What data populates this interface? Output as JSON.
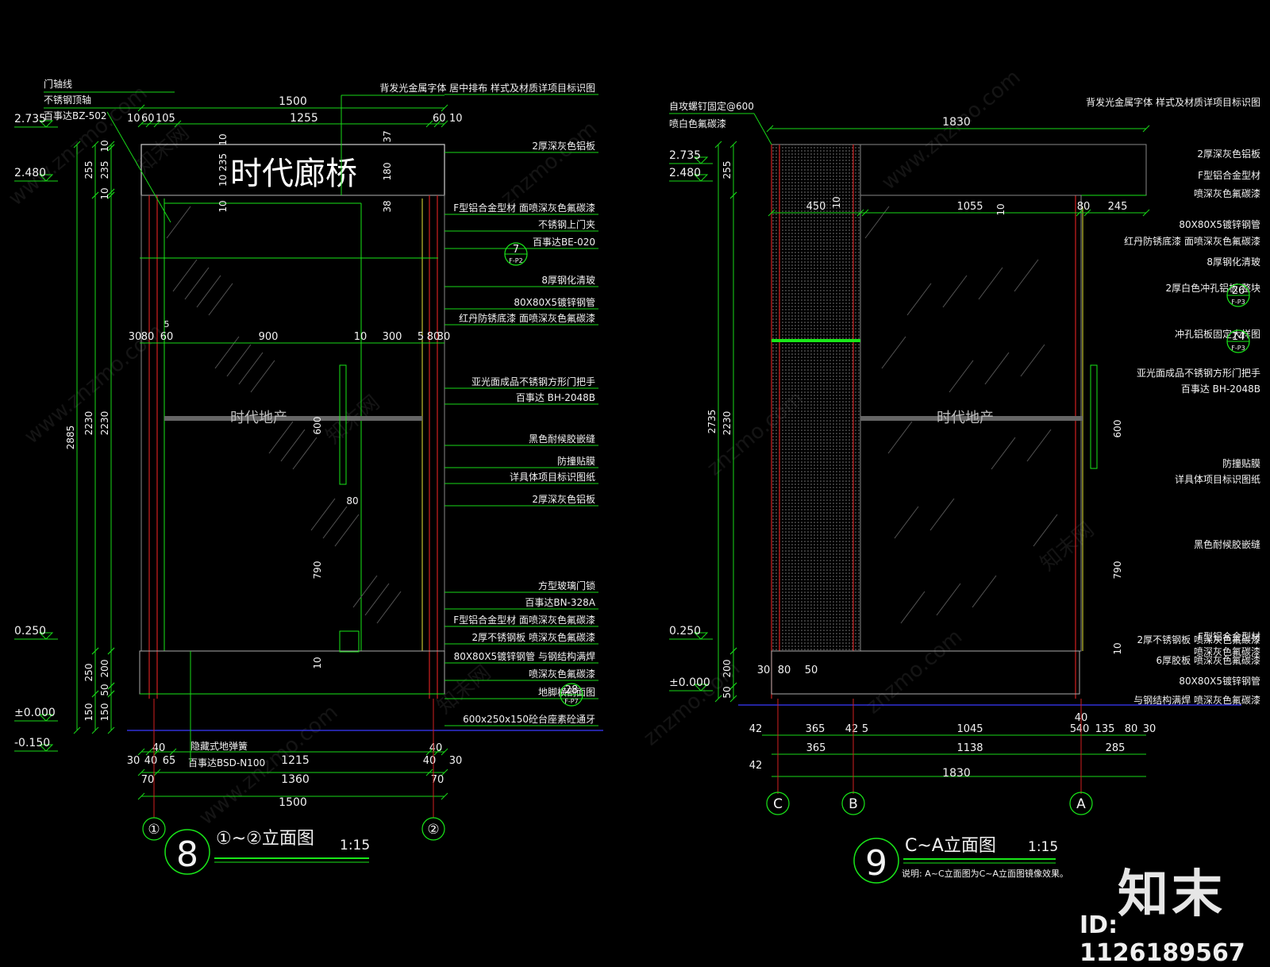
{
  "palette": {
    "bg": "#000000",
    "line": "#19e619",
    "dim": "#18d818",
    "text": "#f2f2f2",
    "red": "#d02020",
    "yellow": "#e8e838",
    "panel": "#3a3a3a"
  },
  "left": {
    "sign": "时代廊桥",
    "top_dims": {
      "total": "1500",
      "inner": "1255",
      "l10": "10",
      "l60": "60",
      "l105": "105",
      "r60": "60",
      "r10": "10"
    },
    "mid_dims": [
      "30",
      "80",
      "60",
      "900",
      "10",
      "300",
      "5",
      "80",
      "30"
    ],
    "mid_small": "5",
    "bot_dims": {
      "a": "30",
      "b": "40",
      "c": "65",
      "d": "1215",
      "e": "40",
      "f": "30",
      "g": "70",
      "h": "1360",
      "i": "70",
      "j": "1500",
      "top40l": "40",
      "top40r": "40"
    },
    "levels": [
      "2.735",
      "2.480",
      "0.250",
      "±0.000",
      "-0.150"
    ],
    "vdims_outer": [
      "2885"
    ],
    "vdims_inner": [
      "255",
      "2230",
      "250",
      "150"
    ],
    "vdims_inner2": [
      "10",
      "235",
      "10",
      "2230",
      "200",
      "50",
      "150"
    ],
    "sign_dims": [
      "37",
      "180",
      "38",
      "10",
      "10",
      "235",
      "10"
    ],
    "handle_dims": [
      "600",
      "80",
      "790",
      "10"
    ],
    "left_notes": [
      "门轴线",
      "不锈钢顶轴",
      "百事达BZ-502"
    ],
    "bottom_notes": [
      "隐藏式地弹簧",
      "百事达BSD-N100"
    ],
    "right_notes": [
      "背发光金属字体  居中排布  样式及材质详项目标识图",
      "2厚深灰色铝板",
      "F型铝合金型材  面喷深灰色氟碳漆",
      "不锈钢上门夹",
      "百事达BE-020",
      "8厚钢化清玻",
      "80X80X5镀锌钢管",
      "红丹防锈底漆  面喷深灰色氟碳漆",
      "亚光面成品不锈钢方形门把手",
      "百事达 BH-2048B",
      "黑色耐候胶嵌缝",
      "防撞贴膜",
      "详具体项目标识图纸",
      "2厚深灰色铝板",
      "方型玻璃门锁",
      "百事达BN-328A",
      "F型铝合金型材  面喷深灰色氟碳漆",
      "2厚不锈钢板  喷深灰色氟碳漆",
      "80X80X5镀锌钢管  与钢结构满焊",
      "喷深灰色氟碳漆",
      "地脚横剖面图",
      "600x250x150砼台座素砼通牙"
    ],
    "callout_7": {
      "num": "7",
      "ref": "F-P2"
    },
    "callout_28": {
      "num": "28",
      "ref": "F-P7"
    },
    "grid": [
      "①",
      "②"
    ],
    "title_num": "8",
    "title": "①~②立面图",
    "scale": "1:15",
    "brand": "时代地产"
  },
  "right": {
    "top_dims": {
      "total": "1830",
      "a": "450",
      "b": "1055",
      "c": "10",
      "d": "80",
      "e": "245"
    },
    "levels": [
      "2.735",
      "2.480",
      "0.250",
      "±0.000"
    ],
    "vdims": [
      "255",
      "2230",
      "2735",
      "200",
      "50"
    ],
    "inner_vdims": [
      "10",
      "600",
      "790",
      "10"
    ],
    "base_dims": [
      "30",
      "80",
      "50"
    ],
    "left_notes": [
      "自攻螺钉固定@600",
      "喷白色氟碳漆"
    ],
    "bot_row1": [
      "42",
      "365",
      "42",
      "5",
      "1045",
      "5",
      "40",
      "135",
      "80",
      "30"
    ],
    "bot_top40": "40",
    "bot_row2": [
      "365",
      "1138",
      "285"
    ],
    "bot_row3": [
      "42",
      "1830"
    ],
    "right_notes": [
      "背发光金属字体  样式及材质详项目标识图",
      "2厚深灰色铝板",
      "F型铝合金型材",
      "喷深灰色氟碳漆",
      "80X80X5镀锌钢管",
      "红丹防锈底漆  面喷深灰色氟碳漆",
      "8厚钢化清玻",
      "2厚白色冲孔铝板  整块",
      "冲孔铝板固定大样图",
      "亚光面成品不锈钢方形门把手",
      "百事达 BH-2048B",
      "防撞贴膜",
      "详具体项目标识图纸",
      "黑色耐候胶嵌缝",
      "F型铝合金型材",
      "喷深灰色氟碳漆",
      "2厚不锈钢板  喷深灰色氟碳漆",
      "6厚胶板  喷深灰色氟碳漆",
      "80X80X5镀锌钢管",
      "与钢结构满焊  喷深灰色氟碳漆"
    ],
    "callout_26": {
      "num": "26",
      "ref": "F-P3"
    },
    "callout_14": {
      "num": "14",
      "ref": "F-P3"
    },
    "grid": [
      "C",
      "B",
      "A"
    ],
    "title_num": "9",
    "title": "C~A立面图",
    "scale": "1:15",
    "note": "说明: A~C立面图为C~A立面图镜像效果。",
    "brand": "时代地产"
  },
  "watermarks": [
    "www.znzmo.com",
    "知末网",
    "znzmo.com"
  ],
  "logo": "知末",
  "id_text": "ID: 1126189567"
}
